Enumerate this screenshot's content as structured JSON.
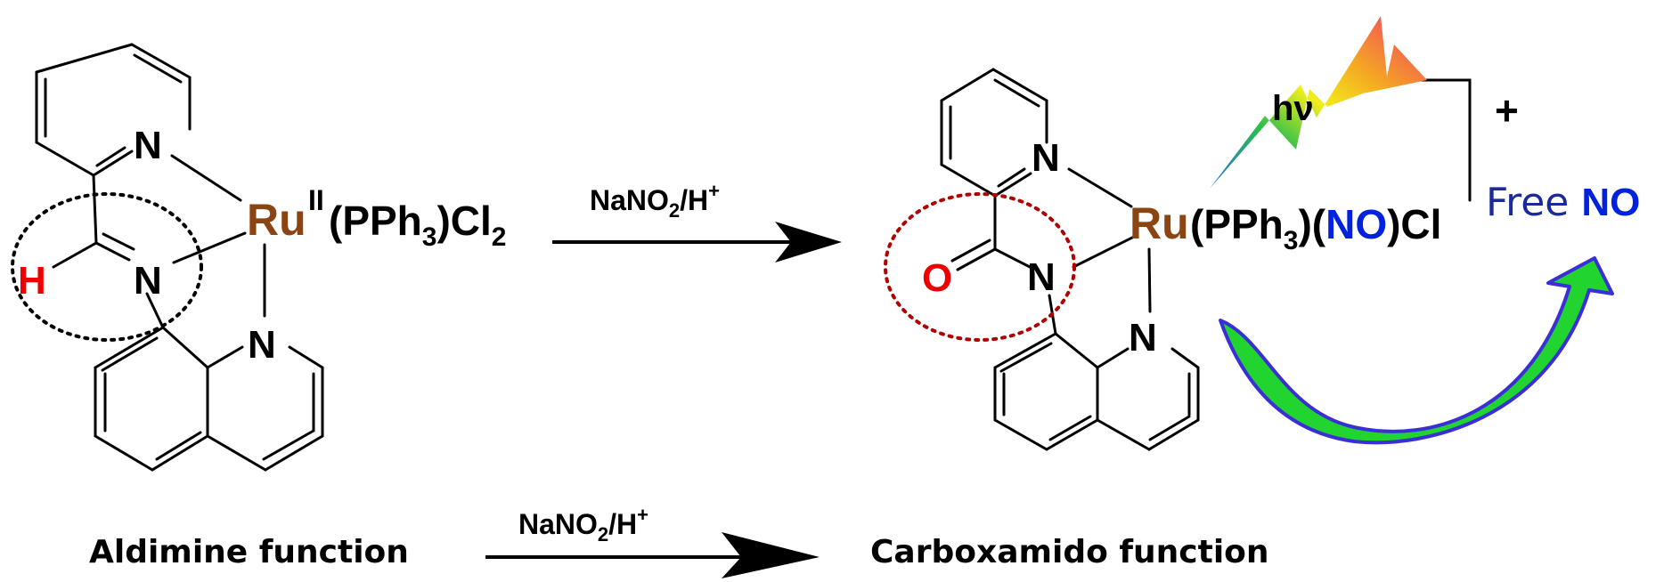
{
  "colors": {
    "metal": "#8B4513",
    "nitrosyl": "#0022dd",
    "highlight": "#ee0000",
    "free_no": "#1a2a9a",
    "bond": "#000000",
    "oxygen": "#ee0000"
  },
  "left_complex": {
    "pyridine_n": "N",
    "imine_n": "N",
    "quinoline_n": "N",
    "hydrogen": "H",
    "metal": "Ru",
    "oxidation_state": "II",
    "ligands_pre": "(PPh",
    "ligands_sub1": "3",
    "ligands_mid": ")Cl",
    "ligands_sub2": "2"
  },
  "right_complex": {
    "pyridine_n": "N",
    "amide_n": "N",
    "quinoline_n": "N",
    "oxygen": "O",
    "metal": "Ru",
    "lig_a": "(PPh",
    "lig_sub": "3",
    "lig_b": ")(",
    "nitrosyl": "NO",
    "lig_c": ")Cl",
    "charge": "+"
  },
  "top_reagent": {
    "main": "NaNO",
    "sub": "2",
    "tail": "/H",
    "sup": "+"
  },
  "bottom_reagent": {
    "main": "NaNO",
    "sub": "2",
    "tail": "/H",
    "sup": "+"
  },
  "light": {
    "symbol": "hν"
  },
  "free_no": {
    "word": "Free",
    "species": "NO"
  },
  "labels": {
    "left": "Aldimine function",
    "right": "Carboxamido function"
  }
}
